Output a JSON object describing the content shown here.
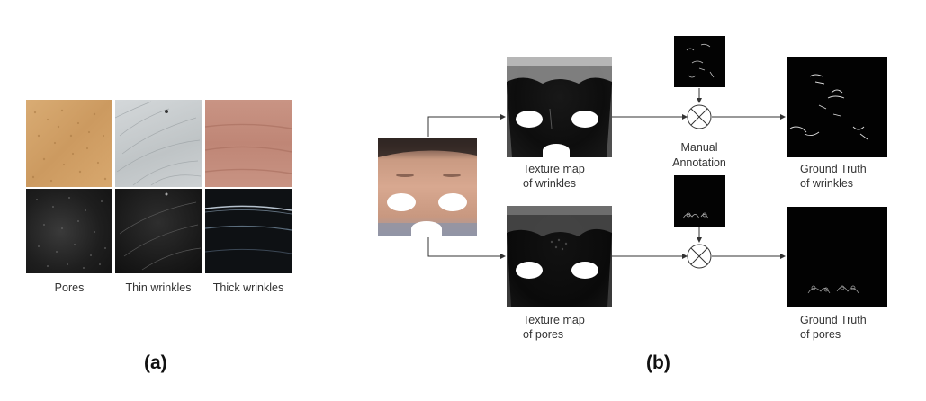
{
  "panel_a": {
    "tag": "(a)",
    "samples": [
      {
        "label": "Pores"
      },
      {
        "label": "Thin wrinkles"
      },
      {
        "label": "Thick wrinkles"
      }
    ]
  },
  "panel_b": {
    "tag": "(b)",
    "texture_wrinkles_label": [
      "Texture map",
      "of wrinkles"
    ],
    "texture_pores_label": [
      "Texture map",
      "of pores"
    ],
    "annotation_label": [
      "Manual",
      "Annotation"
    ],
    "gt_wrinkles_label": [
      "Ground Truth",
      "of wrinkles"
    ],
    "gt_pores_label": [
      "Ground Truth",
      "of pores"
    ]
  },
  "colors": {
    "pores_skin": "#d1a36b",
    "thin_skin": "#c9cdd0",
    "thick_skin": "#c48c7c",
    "texture_bg": "#0b0b0b",
    "arrow": "#333333"
  }
}
